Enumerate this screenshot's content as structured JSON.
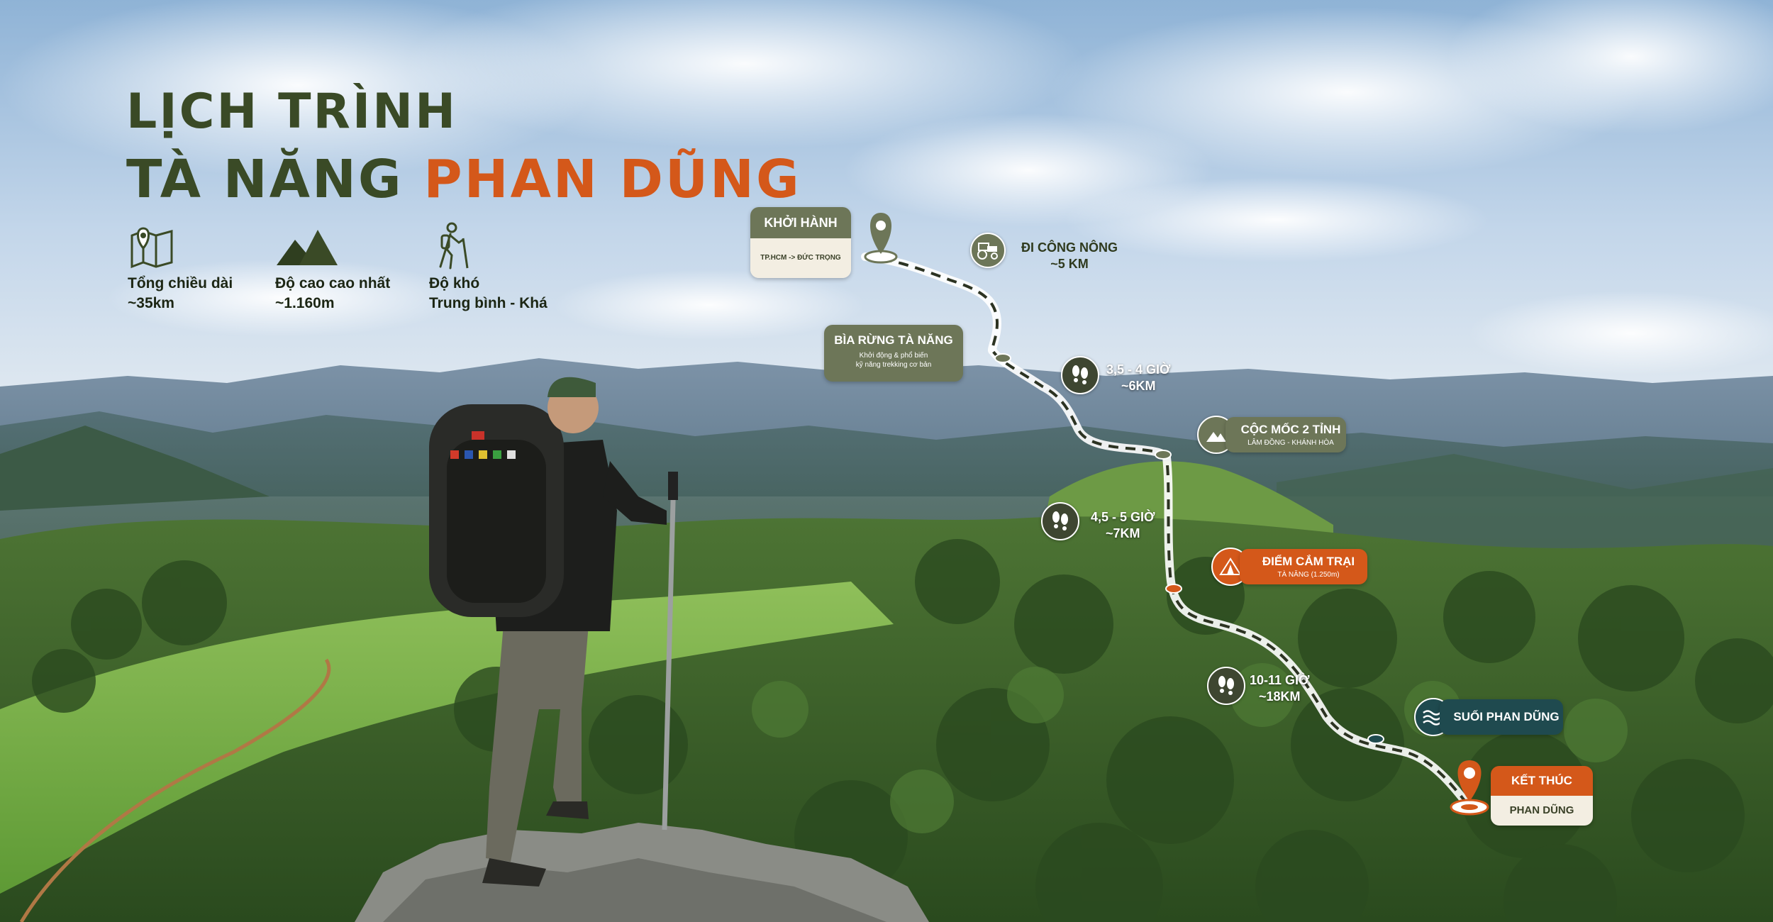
{
  "title": {
    "line1": "LỊCH TRÌNH",
    "line2_main": "TÀ NĂNG",
    "line2_highlight": "PHAN DŨNG"
  },
  "stats": [
    {
      "icon": "map-pin-icon",
      "label": "Tổng chiều dài",
      "value": "~35km"
    },
    {
      "icon": "mountain-icon",
      "label": "Độ cao cao nhất",
      "value": "~1.160m"
    },
    {
      "icon": "hiker-icon",
      "label": "Độ khó",
      "value": "Trung bình - Khá"
    }
  ],
  "route": {
    "start": {
      "title": "KHỞI HÀNH",
      "subtitle": "TP.HCM -> ĐỨC TRỌNG"
    },
    "tractor": {
      "icon": "tractor-icon",
      "line1": "ĐI CÔNG NÔNG",
      "line2": "~5 KM"
    },
    "forest_gate": {
      "title": "BÌA RỪNG TÀ NĂNG",
      "line1": "Khởi động & phổ biến",
      "line2": "kỹ năng trekking cơ bản"
    },
    "segment1": {
      "icon": "footprints-icon",
      "line1": "3,5 - 4 GIỜ",
      "line2": "~6KM"
    },
    "boundary": {
      "icon": "mountain-icon",
      "title": "CỘC MỐC 2 TỈNH",
      "subtitle": "LÂM ĐỒNG - KHÁNH HÒA"
    },
    "segment2": {
      "icon": "footprints-icon",
      "line1": "4,5 - 5 GIỜ",
      "line2": "~7KM"
    },
    "camp": {
      "icon": "tent-icon",
      "title": "ĐIỂM CẮM TRẠI",
      "subtitle": "TÀ NĂNG (1.250m)"
    },
    "segment3": {
      "icon": "footprints-icon",
      "line1": "10-11 GIỜ",
      "line2": "~18KM"
    },
    "stream": {
      "icon": "waves-icon",
      "title": "SUỐI PHAN DŨNG"
    },
    "end": {
      "title": "KẾT THÚC",
      "subtitle": "PHAN DŨNG"
    }
  },
  "colors": {
    "olive": "#3a4a26",
    "orange": "#d4581a",
    "sage": "#6d7658",
    "teal": "#1f4a4f",
    "cream": "#f3eee2"
  }
}
